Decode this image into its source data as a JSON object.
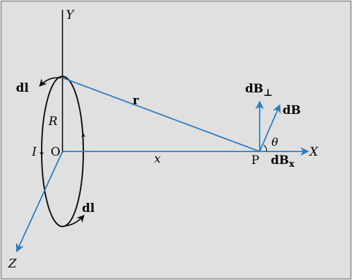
{
  "colors": {
    "background": "#e0e0e0",
    "border": "#8a8a8a",
    "vector": "#2b7bc4",
    "ink": "#111111"
  },
  "labels": {
    "y_axis": "Y",
    "x_axis": "X",
    "z_axis": "Z",
    "origin": "O",
    "point": "P",
    "radius": "R",
    "current": "I",
    "distance": "x",
    "position_vector": "r",
    "angle": "θ",
    "dl_top": "dl",
    "dl_bottom": "dl",
    "dB_prefix": "d",
    "B_symbol": "B",
    "perp_subscript": "⊥",
    "x_subscript": "x"
  }
}
